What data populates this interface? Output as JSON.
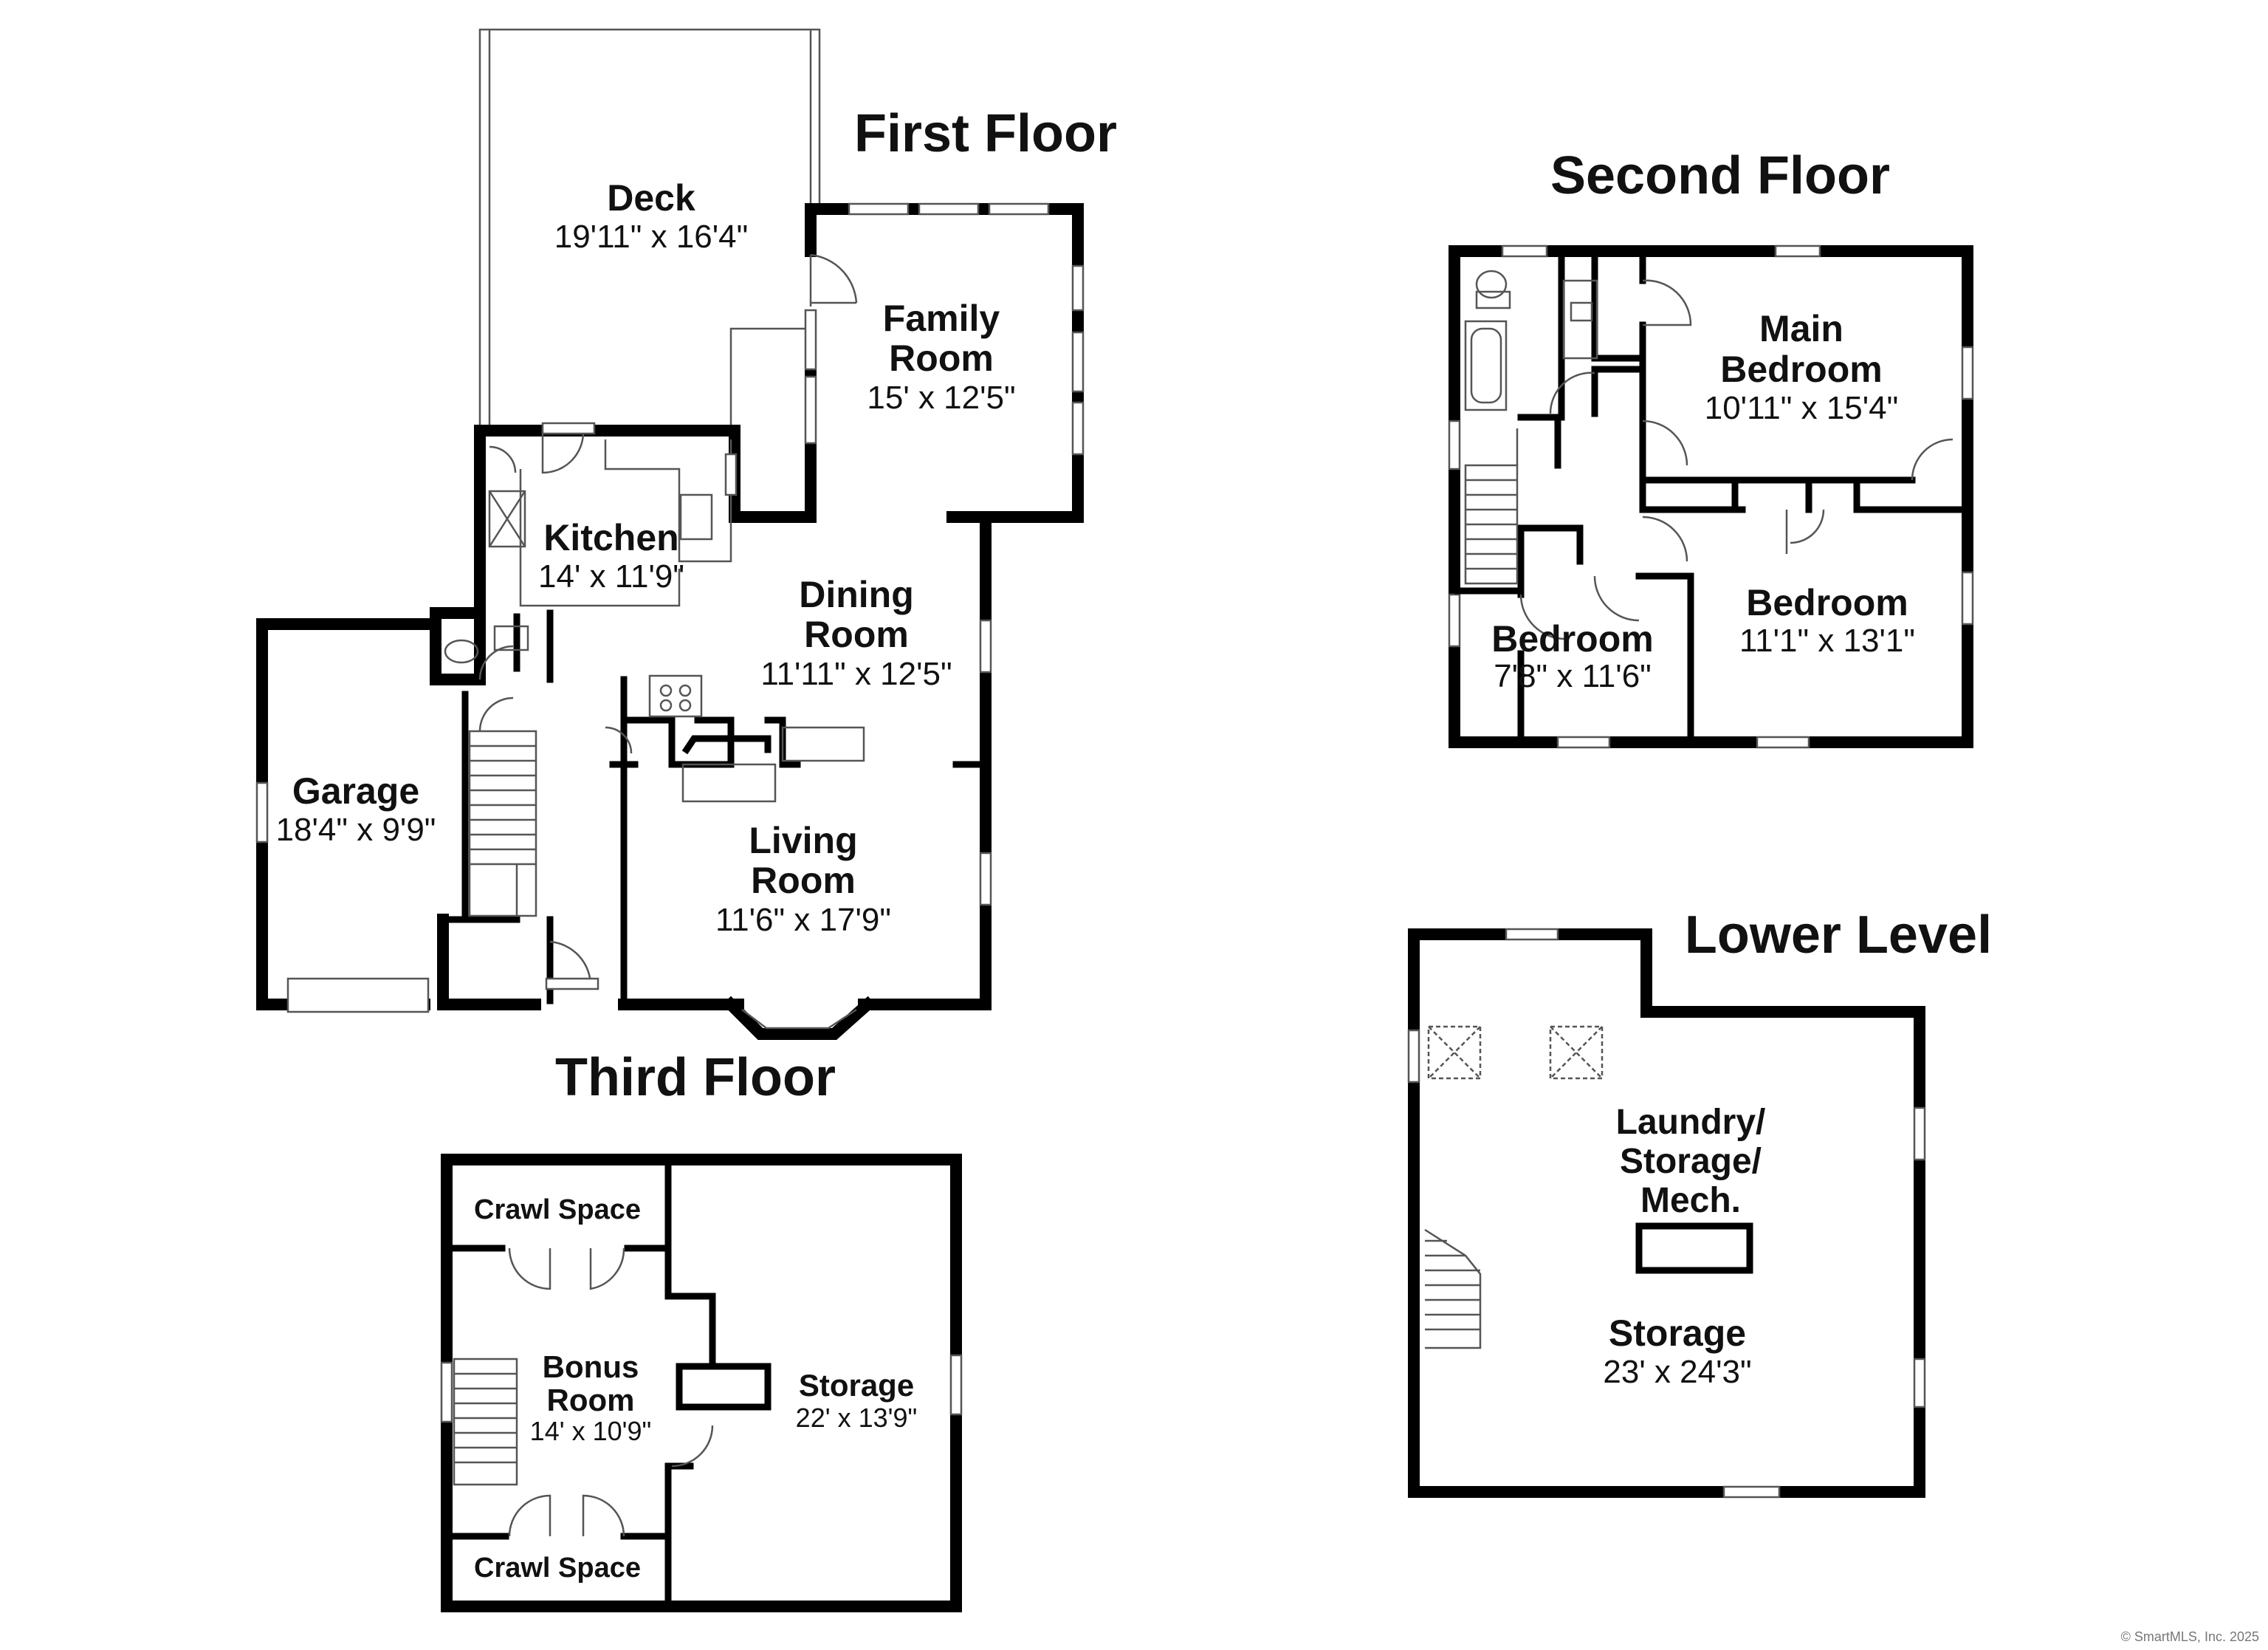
{
  "floors": {
    "first": {
      "title": "First Floor",
      "rooms": {
        "deck": {
          "name": "Deck",
          "dims": "19'11\" x 16'4\""
        },
        "family": {
          "name1": "Family",
          "name2": "Room",
          "dims": "15' x 12'5\""
        },
        "kitchen": {
          "name": "Kitchen",
          "dims": "14' x 11'9\""
        },
        "dining": {
          "name1": "Dining",
          "name2": "Room",
          "dims": "11'11\" x 12'5\""
        },
        "garage": {
          "name": "Garage",
          "dims": "18'4\" x 9'9\""
        },
        "living": {
          "name1": "Living",
          "name2": "Room",
          "dims": "11'6\" x 17'9\""
        }
      }
    },
    "second": {
      "title": "Second Floor",
      "rooms": {
        "main_bedroom": {
          "name1": "Main",
          "name2": "Bedroom",
          "dims": "10'11\" x 15'4\""
        },
        "bedroom_right": {
          "name": "Bedroom",
          "dims": "11'1\" x 13'1\""
        },
        "bedroom_left": {
          "name": "Bedroom",
          "dims": "7'8\" x 11'6\""
        }
      }
    },
    "third": {
      "title": "Third Floor",
      "rooms": {
        "crawl_top": {
          "name": "Crawl Space"
        },
        "bonus": {
          "name1": "Bonus",
          "name2": "Room",
          "dims": "14' x 10'9\""
        },
        "storage": {
          "name": "Storage",
          "dims": "22' x 13'9\""
        },
        "crawl_bottom": {
          "name": "Crawl Space"
        }
      }
    },
    "lower": {
      "title": "Lower Level",
      "rooms": {
        "laundry": {
          "name1": "Laundry/",
          "name2": "Storage/",
          "name3": "Mech."
        },
        "storage": {
          "name": "Storage",
          "dims": "23' x 24'3\""
        }
      }
    }
  },
  "copyright": "© SmartMLS, Inc. 2025"
}
